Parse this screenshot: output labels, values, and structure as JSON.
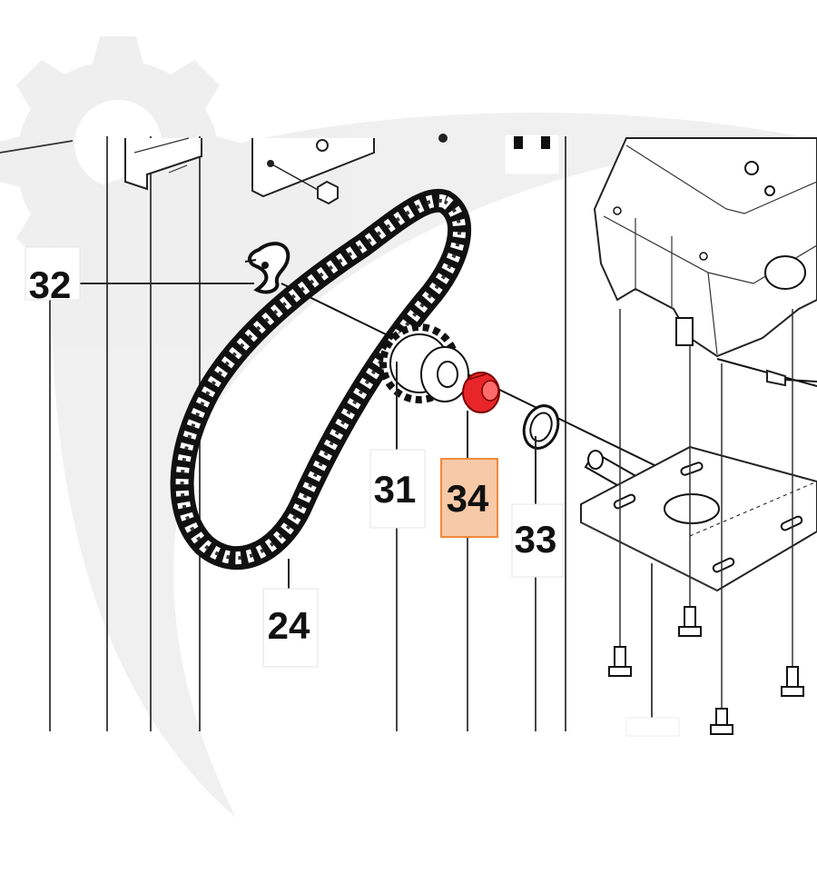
{
  "diagram": {
    "highlight_color": "#e8262a",
    "highlight_box_fill": "#f7c9a6",
    "highlight_box_stroke": "#f08a3c",
    "watermark": "gear-watermark"
  },
  "callouts": {
    "c32": "32",
    "c31": "31",
    "c34": "34",
    "c33": "33",
    "c24": "24"
  },
  "highlighted_callout": "34"
}
